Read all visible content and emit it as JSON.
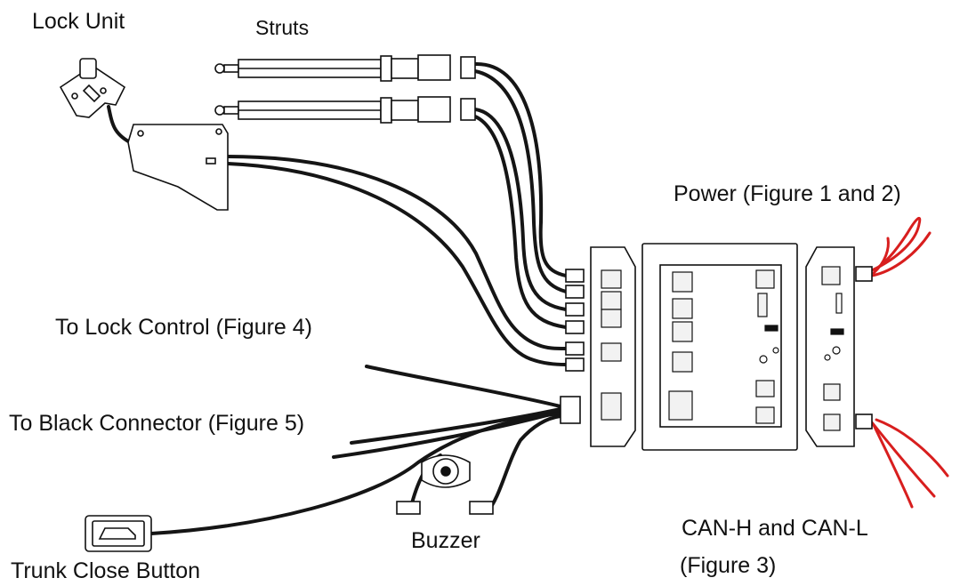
{
  "labels": {
    "lock_unit": "Lock Unit",
    "struts": "Struts",
    "power": "Power (Figure 1 and 2)",
    "lock_control": "To Lock Control (Figure 4)",
    "black_connector": "To Black Connector (Figure 5)",
    "buzzer": "Buzzer",
    "can_line1": "CAN-H and CAN-L",
    "can_line2": "(Figure 3)",
    "trunk_button": "Trunk Close Button"
  },
  "colors": {
    "line": "#111111",
    "wire": "#151515",
    "red_wire": "#d81e1e",
    "fill": "#ffffff",
    "fill_light": "#f2f2f2"
  },
  "icons": {
    "trunk_button": "car-trunk-icon",
    "buzzer": "buzzer-disc-icon",
    "lock": "key-lock-icon"
  }
}
